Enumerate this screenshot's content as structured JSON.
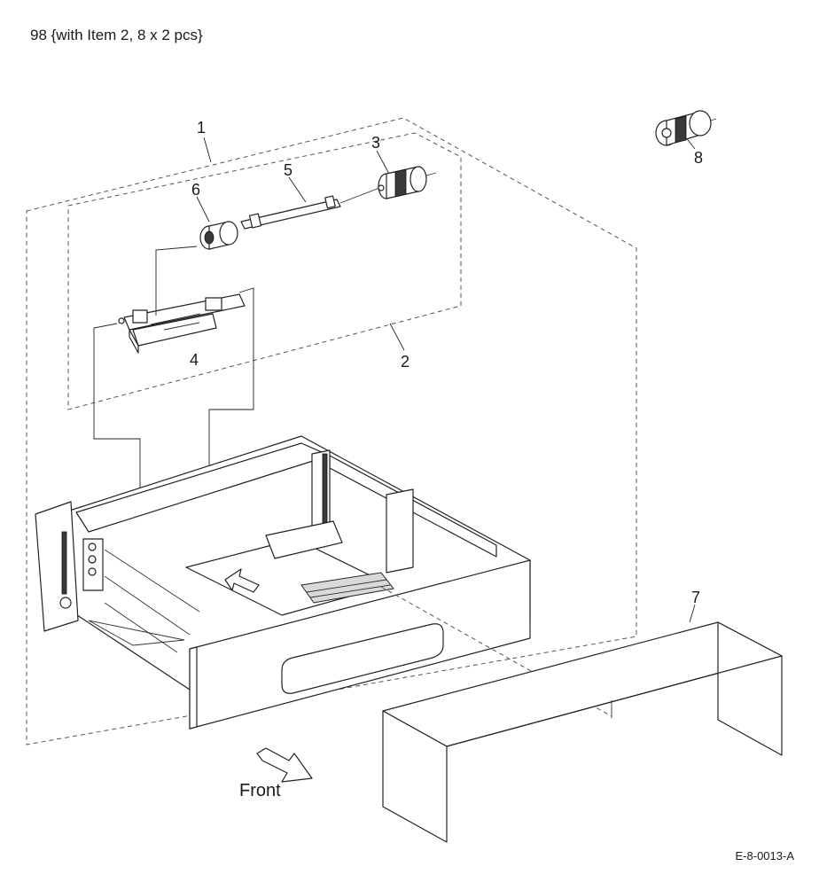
{
  "header": {
    "note": "98 {with Item 2, 8 x 2 pcs}"
  },
  "callouts": {
    "item_1": "1",
    "item_2": "2",
    "item_3": "3",
    "item_4": "4",
    "item_5": "5",
    "item_6": "6",
    "item_7": "7",
    "item_8": "8"
  },
  "front_arrow": {
    "label": "Front"
  },
  "footer": {
    "figure_code": "E-8-0013-A"
  }
}
